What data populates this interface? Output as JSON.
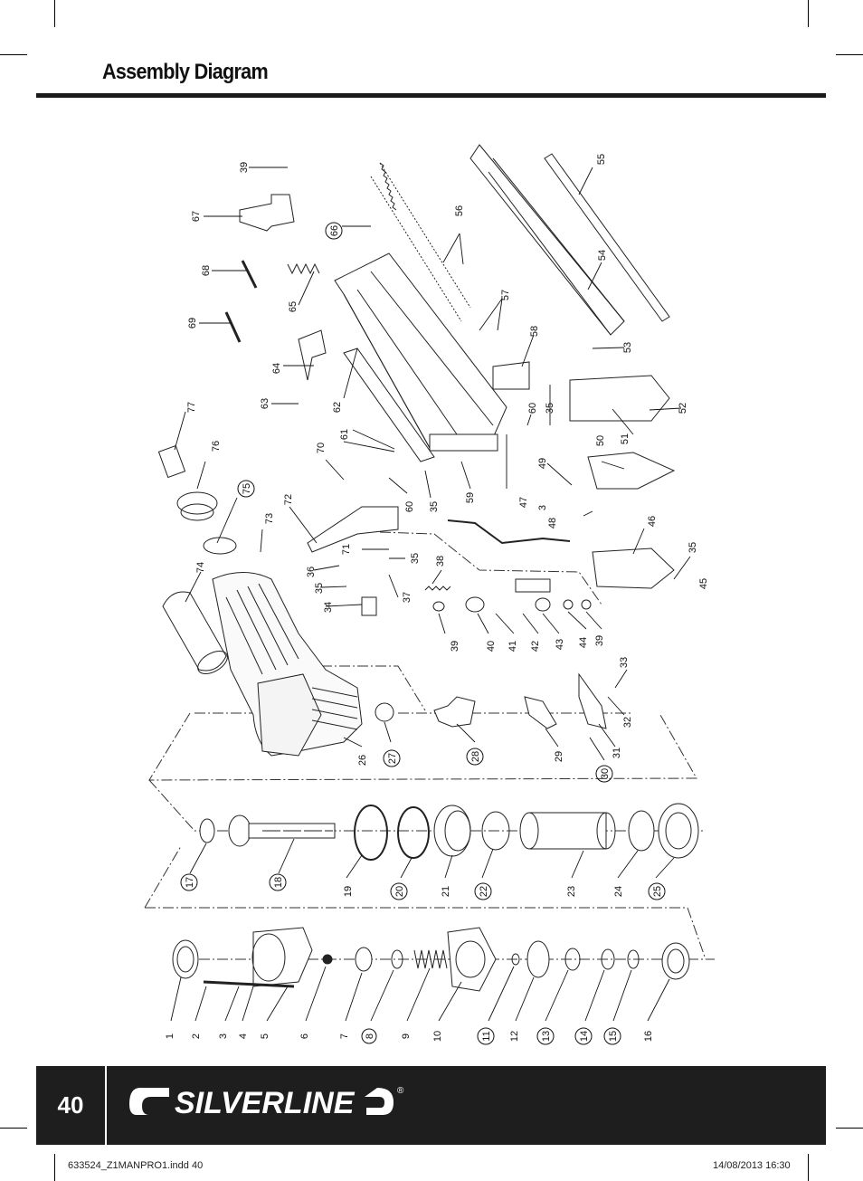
{
  "page": {
    "title": "Assembly Diagram",
    "page_number": "40",
    "brand": "SILVERLINE",
    "trademark": "®",
    "slug_left": "633524_Z1MANPRO1.indd   40",
    "slug_right": "14/08/2013   16:30"
  },
  "callouts": {
    "c1": "1",
    "c2": "2",
    "c3": "3",
    "c4": "4",
    "c5": "5",
    "c6": "6",
    "c7": "7",
    "c8": "8",
    "c9": "9",
    "c10": "10",
    "c11": "11",
    "c12": "12",
    "c13": "13",
    "c14": "14",
    "c15": "15",
    "c16": "16",
    "c17": "17",
    "c18": "18",
    "c19": "19",
    "c20": "20",
    "c21": "21",
    "c22": "22",
    "c23": "23",
    "c24": "24",
    "c25": "25",
    "c26": "26",
    "c27": "27",
    "c28": "28",
    "c29": "29",
    "c30": "30",
    "c31": "31",
    "c32": "32",
    "c33": "33",
    "c34": "34",
    "c35": "35",
    "c36": "36",
    "c37": "37",
    "c38": "38",
    "c39": "39",
    "c40": "40",
    "c41": "41",
    "c42": "42",
    "c43": "43",
    "c44": "44",
    "c45": "45",
    "c46": "46",
    "c47": "47",
    "c48": "48",
    "c49": "49",
    "c50": "50",
    "c51": "51",
    "c52": "52",
    "c53": "53",
    "c54": "54",
    "c55": "55",
    "c56": "56",
    "c57": "57",
    "c58": "58",
    "c59": "59",
    "c60": "60",
    "c61": "61",
    "c62": "62",
    "c63": "63",
    "c64": "64",
    "c65": "65",
    "c66": "66",
    "c67": "67",
    "c68": "68",
    "c69": "69",
    "c70": "70",
    "c71": "71",
    "c72": "72",
    "c73": "73",
    "c74": "74",
    "c75": "75",
    "c76": "76",
    "c77": "77"
  }
}
